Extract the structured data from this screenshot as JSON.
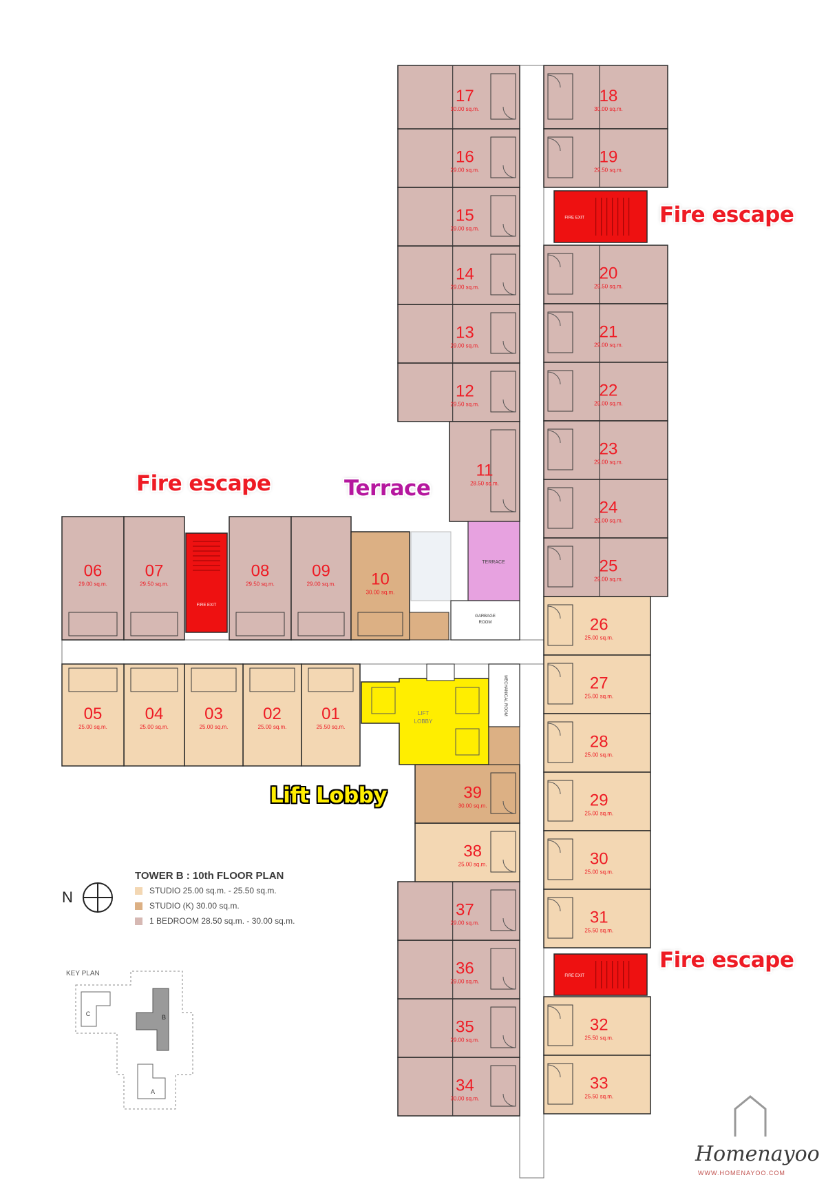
{
  "colors": {
    "studio": "#f3d7b3",
    "studio_k": "#dcb084",
    "one_bedroom": "#d6b8b3",
    "fire_exit": "#ee1111",
    "terrace": "#e7a2e0",
    "lift_lobby": "#ffee00",
    "wall": "#2a2a2a",
    "callout_red": "#ee1b24",
    "callout_magenta": "#b5179e",
    "callout_yellow": "#ffee00"
  },
  "callouts": {
    "fire_escape_top_right": "Fire escape",
    "fire_escape_left": "Fire escape",
    "fire_escape_bottom_right": "Fire escape",
    "terrace": "Terrace",
    "lift_lobby": "Lift Lobby"
  },
  "plan_labels": {
    "fire_exit": "FIRE EXIT",
    "terrace": "TERRACE",
    "lift_lobby_line1": "LIFT",
    "lift_lobby_line2": "LOBBY",
    "garbage_line1": "GARBAGE",
    "garbage_line2": "ROOM",
    "mechanical": "MECHANICAL ROOM"
  },
  "units": [
    {
      "no": "01",
      "area": "25.50 sq.m.",
      "type": "studio"
    },
    {
      "no": "02",
      "area": "25.00 sq.m.",
      "type": "studio"
    },
    {
      "no": "03",
      "area": "25.00 sq.m.",
      "type": "studio"
    },
    {
      "no": "04",
      "area": "25.00 sq.m.",
      "type": "studio"
    },
    {
      "no": "05",
      "area": "25.00 sq.m.",
      "type": "studio"
    },
    {
      "no": "06",
      "area": "29.00 sq.m.",
      "type": "one_bedroom"
    },
    {
      "no": "07",
      "area": "29.50 sq.m.",
      "type": "one_bedroom"
    },
    {
      "no": "08",
      "area": "29.50 sq.m.",
      "type": "one_bedroom"
    },
    {
      "no": "09",
      "area": "29.00 sq.m.",
      "type": "one_bedroom"
    },
    {
      "no": "10",
      "area": "30.00 sq.m.",
      "type": "studio_k"
    },
    {
      "no": "11",
      "area": "28.50 sq.m.",
      "type": "one_bedroom"
    },
    {
      "no": "12",
      "area": "29.50 sq.m.",
      "type": "one_bedroom"
    },
    {
      "no": "13",
      "area": "29.00 sq.m.",
      "type": "one_bedroom"
    },
    {
      "no": "14",
      "area": "29.00 sq.m.",
      "type": "one_bedroom"
    },
    {
      "no": "15",
      "area": "29.00 sq.m.",
      "type": "one_bedroom"
    },
    {
      "no": "16",
      "area": "29.00 sq.m.",
      "type": "one_bedroom"
    },
    {
      "no": "17",
      "area": "30.00 sq.m.",
      "type": "one_bedroom"
    },
    {
      "no": "18",
      "area": "30.00 sq.m.",
      "type": "one_bedroom"
    },
    {
      "no": "19",
      "area": "29.50 sq.m.",
      "type": "one_bedroom"
    },
    {
      "no": "20",
      "area": "29.50 sq.m.",
      "type": "one_bedroom"
    },
    {
      "no": "21",
      "area": "29.00 sq.m.",
      "type": "one_bedroom"
    },
    {
      "no": "22",
      "area": "29.00 sq.m.",
      "type": "one_bedroom"
    },
    {
      "no": "23",
      "area": "29.00 sq.m.",
      "type": "one_bedroom"
    },
    {
      "no": "24",
      "area": "29.00 sq.m.",
      "type": "one_bedroom"
    },
    {
      "no": "25",
      "area": "29.00 sq.m.",
      "type": "one_bedroom"
    },
    {
      "no": "26",
      "area": "25.00 sq.m.",
      "type": "studio"
    },
    {
      "no": "27",
      "area": "25.00 sq.m.",
      "type": "studio"
    },
    {
      "no": "28",
      "area": "25.00 sq.m.",
      "type": "studio"
    },
    {
      "no": "29",
      "area": "25.00 sq.m.",
      "type": "studio"
    },
    {
      "no": "30",
      "area": "25.00 sq.m.",
      "type": "studio"
    },
    {
      "no": "31",
      "area": "25.50 sq.m.",
      "type": "studio"
    },
    {
      "no": "32",
      "area": "25.50 sq.m.",
      "type": "studio"
    },
    {
      "no": "33",
      "area": "25.50 sq.m.",
      "type": "studio"
    },
    {
      "no": "34",
      "area": "30.00 sq.m.",
      "type": "one_bedroom"
    },
    {
      "no": "35",
      "area": "29.00 sq.m.",
      "type": "one_bedroom"
    },
    {
      "no": "36",
      "area": "29.00 sq.m.",
      "type": "one_bedroom"
    },
    {
      "no": "37",
      "area": "29.00 sq.m.",
      "type": "one_bedroom"
    },
    {
      "no": "38",
      "area": "25.00 sq.m.",
      "type": "studio"
    },
    {
      "no": "39",
      "area": "30.00 sq.m.",
      "type": "studio_k"
    }
  ],
  "legend": {
    "title": "TOWER B : 10th FLOOR PLAN",
    "items": [
      {
        "label": "STUDIO 25.00 sq.m. - 25.50 sq.m.",
        "type": "studio"
      },
      {
        "label": "STUDIO (K) 30.00 sq.m.",
        "type": "studio_k"
      },
      {
        "label": "1 BEDROOM 28.50 sq.m. - 30.00 sq.m.",
        "type": "one_bedroom"
      }
    ]
  },
  "compass": {
    "label": "N",
    "icon": "compass-icon"
  },
  "key_plan": {
    "label": "KEY PLAN",
    "blocks": [
      "A",
      "B",
      "C"
    ]
  },
  "brand": {
    "name": "Homenayoo",
    "url": "WWW.HOMENAYOO.COM",
    "icon": "house-logo-icon"
  }
}
